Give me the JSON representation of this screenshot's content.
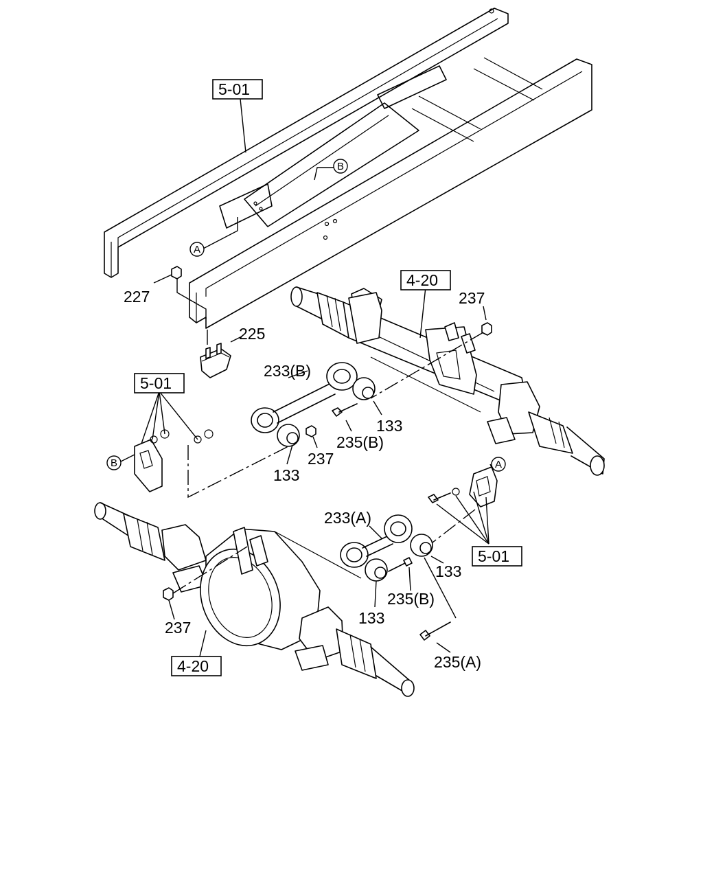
{
  "refs": {
    "frame": "5-01",
    "bracket_left": "5-01",
    "bracket_right": "5-01",
    "axle_front": "4-20",
    "axle_rear": "4-20"
  },
  "parts": {
    "p227": "227",
    "p225": "225",
    "p237_top": "237",
    "p233b": "233(B)",
    "p133_a": "133",
    "p235b_top": "235(B)",
    "p237_mid": "237",
    "p133_b": "133",
    "p233a": "233(A)",
    "p133_c": "133",
    "p235b_low": "235(B)",
    "p133_d": "133",
    "p237_low": "237",
    "p235a": "235(A)"
  },
  "callouts": {
    "a_frame": "A",
    "b_frame": "B",
    "b_bracket": "B",
    "a_bracket": "A"
  }
}
